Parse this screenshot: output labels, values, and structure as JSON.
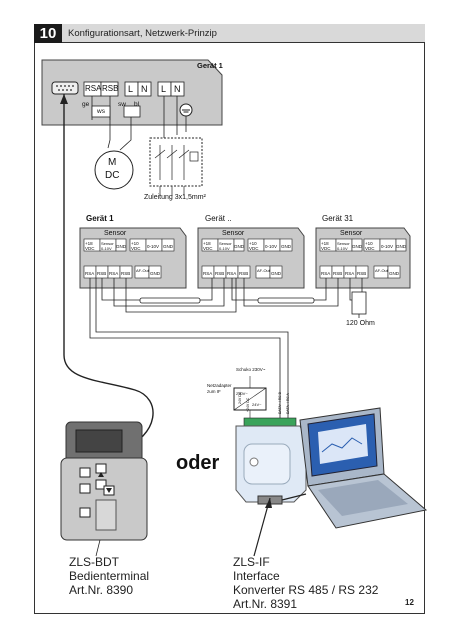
{
  "section": {
    "number": "10",
    "title": "Konfigurationsart, Netzwerk-Prinzip"
  },
  "device1_top": {
    "title": "Gerät 1",
    "terminals": [
      "RSA",
      "RSB",
      "L",
      "N",
      "L",
      "N"
    ],
    "wire_labels": [
      "ge",
      "ws",
      "sw",
      "bl"
    ]
  },
  "motor": {
    "line1": "M",
    "line2": "DC"
  },
  "supply_label": "Zuleitung 3x1,5mm²",
  "devices": [
    {
      "title": "Gerät 1",
      "sensor": "Sensor"
    },
    {
      "title": "Gerät ..",
      "sensor": "Sensor"
    },
    {
      "title": "Gerät 31",
      "sensor": "Sensor"
    }
  ],
  "terminal_block": {
    "upper": [
      "+18 VDC",
      "Sensor 0-10V",
      "GND",
      "+10 VDC",
      "0-10V",
      "GND"
    ],
    "lower": [
      "RSA",
      "RSB",
      "RSA",
      "RSB",
      "AF-Out",
      "GND"
    ]
  },
  "resistor_label": "120 Ohm",
  "adapter": {
    "top_label": "Schuko 230V~",
    "side_label": "Netzadapter zum IF",
    "v_in": "230V~",
    "v_out": "24V~",
    "wire_labels": [
      "24V DC",
      "+24V DC",
      "DATA+ / RS B",
      "DATA- / RS A"
    ]
  },
  "oder": "oder",
  "bdt": {
    "line1": "ZLS-BDT",
    "line2": "Bedienterminal",
    "line3": "Art.Nr. 8390"
  },
  "interface": {
    "line1": "ZLS-IF",
    "line2": "Interface",
    "line3": "Konverter RS 485 / RS 232",
    "line4": "Art.Nr. 8391"
  },
  "page_number": "12",
  "colors": {
    "device_gray": "#c9c9c9",
    "header_gray": "#d9d9d9",
    "laptop_blue": "#2b5fb0",
    "connector_green": "#3aa35a"
  }
}
